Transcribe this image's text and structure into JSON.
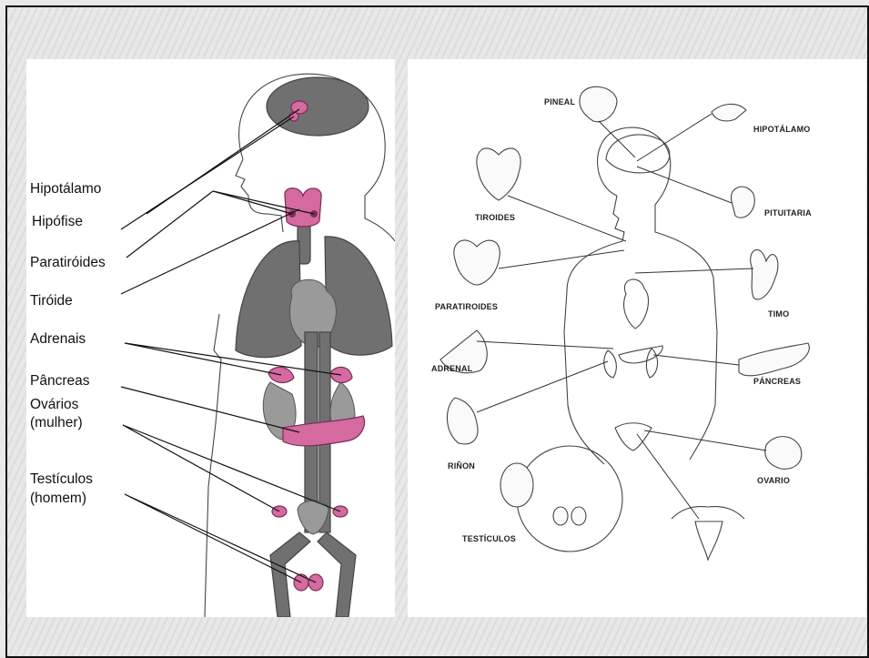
{
  "left_diagram": {
    "labels": [
      {
        "id": "hipotalamo",
        "text": "Hipotálamo"
      },
      {
        "id": "hipofise",
        "text": "Hipófise"
      },
      {
        "id": "paratiroides",
        "text": "Paratiróides"
      },
      {
        "id": "tiroide",
        "text": "Tiróide"
      },
      {
        "id": "adrenais",
        "text": "Adrenais"
      },
      {
        "id": "pancreas",
        "text": "Pâncreas"
      },
      {
        "id": "ovarios",
        "text": "Ovários"
      },
      {
        "id": "ovarios_sub",
        "text": "(mulher)"
      },
      {
        "id": "testiculos",
        "text": "Testículos"
      },
      {
        "id": "testiculos_sub",
        "text": "(homem)"
      }
    ]
  },
  "right_diagram": {
    "labels": [
      {
        "id": "pineal",
        "text": "PINEAL"
      },
      {
        "id": "hipotalamo",
        "text": "HIPOTÁLAMO"
      },
      {
        "id": "pituitaria",
        "text": "PITUITARIA"
      },
      {
        "id": "tiroides",
        "text": "TIROIDES"
      },
      {
        "id": "paratiroides",
        "text": "PARATIROIDES"
      },
      {
        "id": "timo",
        "text": "TIMO"
      },
      {
        "id": "adrenal",
        "text": "ADRENAL"
      },
      {
        "id": "pancreas",
        "text": "PÁNCREAS"
      },
      {
        "id": "rinon",
        "text": "RIÑON"
      },
      {
        "id": "ovario",
        "text": "OVARIO"
      },
      {
        "id": "testiculos",
        "text": "TESTÍCULOS"
      }
    ]
  },
  "colors": {
    "gland_highlight": "#d46a9f",
    "organ_grey": "#707070",
    "background": "#e9e9e9"
  }
}
